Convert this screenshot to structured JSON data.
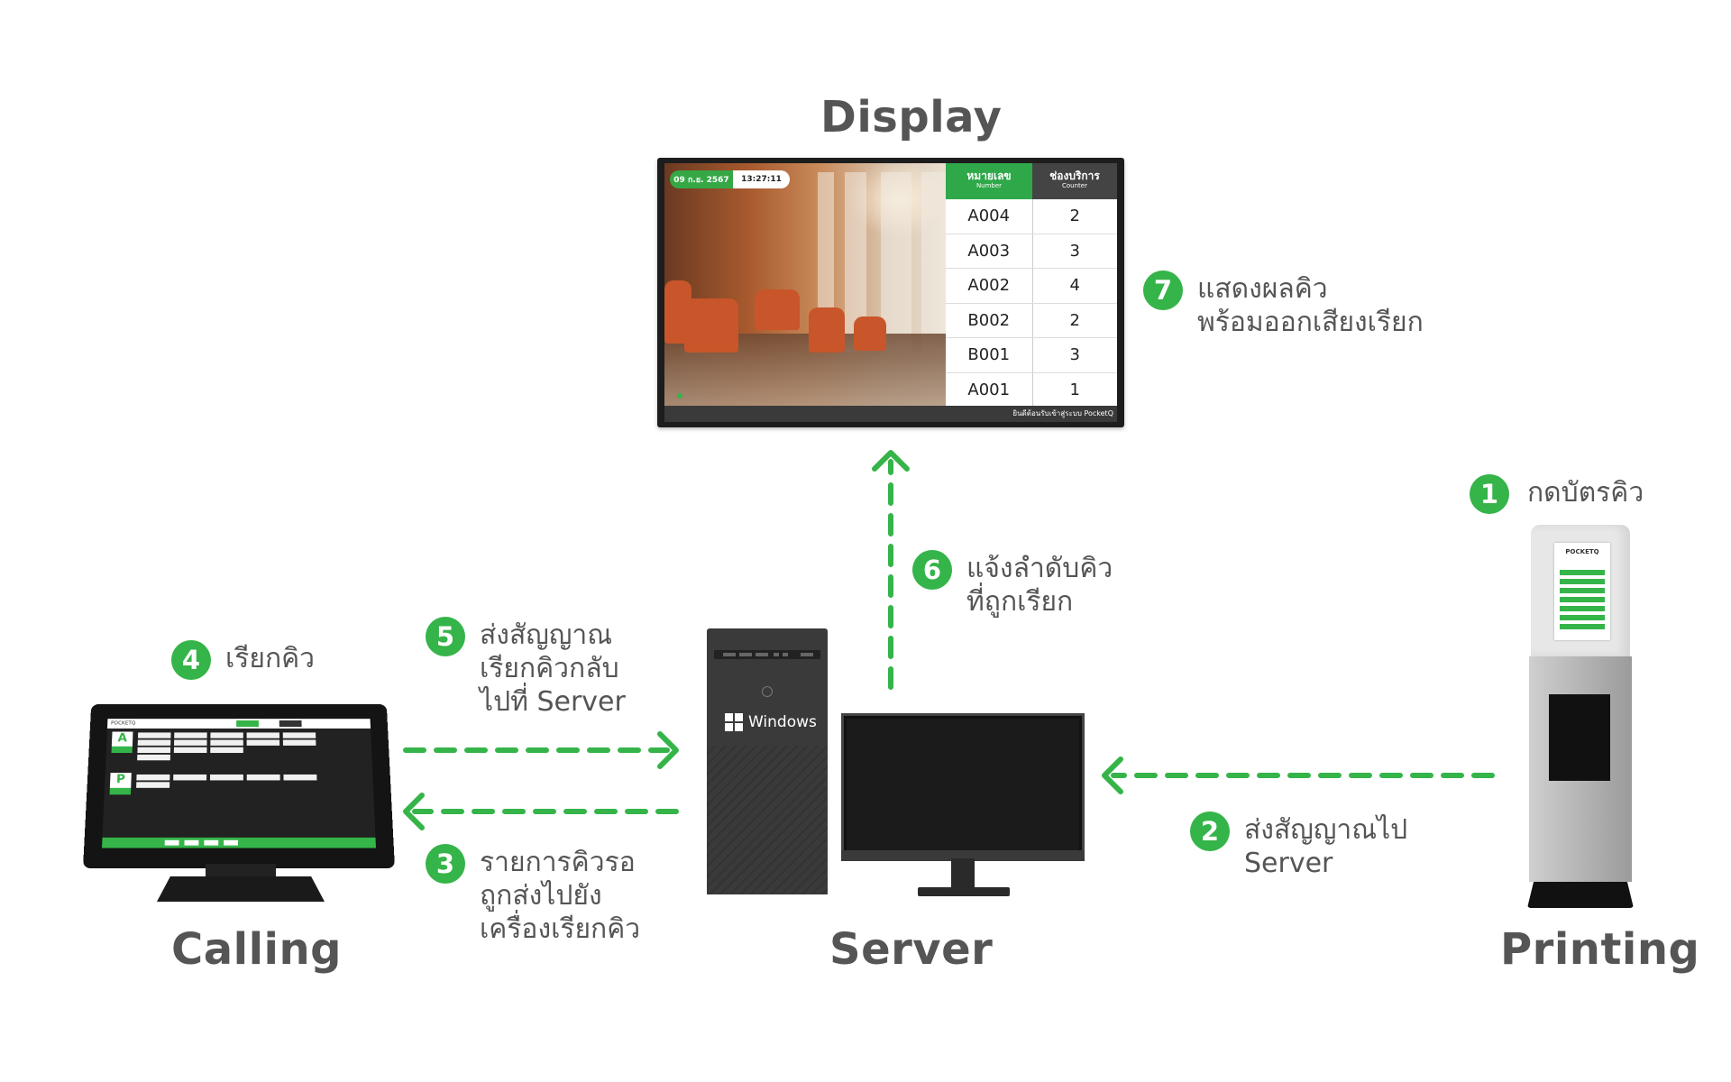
{
  "colors": {
    "accent": "#35b449",
    "title_text": "#555555"
  },
  "titles": {
    "display": "Display",
    "calling": "Calling",
    "server": "Server",
    "printing": "Printing"
  },
  "steps": [
    {
      "num": "1",
      "text": "กดบัตรคิว"
    },
    {
      "num": "2",
      "text": "ส่งสัญญาณไป\nServer"
    },
    {
      "num": "3",
      "text": "รายการคิวรอ\nถูกส่งไปยัง\nเครื่องเรียกคิว"
    },
    {
      "num": "4",
      "text": "เรียกคิว"
    },
    {
      "num": "5",
      "text": "ส่งสัญญาณ\nเรียกคิวกลับ\nไปที่ Server"
    },
    {
      "num": "6",
      "text": "แจ้งลำดับคิว\nที่ถูกเรียก"
    },
    {
      "num": "7",
      "text": "แสดงผลคิว\nพร้อมออกเสียงเรียก"
    }
  ],
  "display_screen": {
    "date": "09 ก.ย. 2567",
    "time": "13:27:11",
    "col_number": "หมายเลข",
    "col_number_sub": "Number",
    "col_counter": "ช่องบริการ",
    "col_counter_sub": "Counter",
    "rows": [
      {
        "number": "A004",
        "counter": "2"
      },
      {
        "number": "A003",
        "counter": "3"
      },
      {
        "number": "A002",
        "counter": "4"
      },
      {
        "number": "B002",
        "counter": "2"
      },
      {
        "number": "B001",
        "counter": "3"
      },
      {
        "number": "A001",
        "counter": "1"
      }
    ],
    "ticker": "ยินดีต้อนรับเข้าสู่ระบบ PocketQ"
  },
  "server_tower": {
    "os_label": "Windows",
    "os_icon": "windows-logo-icon"
  },
  "calling_screen": {
    "brand": "POCKETQ",
    "letter_a": "A",
    "letter_p": "P"
  },
  "kiosk_screen": {
    "brand": "POCKETQ"
  }
}
